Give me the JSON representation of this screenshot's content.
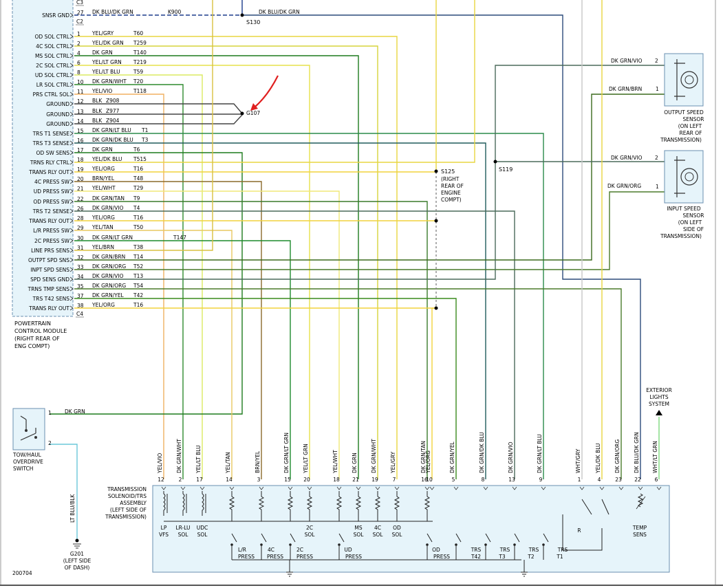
{
  "pcm": {
    "top_connector": "C3",
    "mid_connector": "C2",
    "bottom_connector": "C4",
    "label_lines": [
      "POWERTRAIN",
      "CONTROL MODULE",
      "(RIGHT REAR OF",
      "ENG COMPT)"
    ]
  },
  "pcm_pins": [
    {
      "name": "SNSR GND",
      "pin": "27",
      "wire": "DK BLU/DK GRN",
      "circuit": "K900",
      "color": "#1a3a8a"
    },
    {
      "name": "OD SOL CTRL",
      "pin": "1",
      "wire": "YEL/GRY",
      "circuit": "T60",
      "color": "#e8d640"
    },
    {
      "name": "4C SOL CTRL",
      "pin": "2",
      "wire": "YEL/DK GRN",
      "circuit": "T259",
      "color": "#d6d43a"
    },
    {
      "name": "MS SOL CTRL",
      "pin": "4",
      "wire": "DK GRN",
      "circuit": "T140",
      "color": "#1c7a1c"
    },
    {
      "name": "2C SOL CTRL",
      "pin": "6",
      "wire": "YEL/LT GRN",
      "circuit": "T219",
      "color": "#e6e04a"
    },
    {
      "name": "UD SOL CTRL",
      "pin": "8",
      "wire": "YEL/LT BLU",
      "circuit": "T59",
      "color": "#dcea60"
    },
    {
      "name": "LR SOL CTRL",
      "pin": "10",
      "wire": "DK GRN/WHT",
      "circuit": "T20",
      "color": "#2e8a2e"
    },
    {
      "name": "PRS CTRL SOL",
      "pin": "11",
      "wire": "YEL/VIO",
      "circuit": "T118",
      "color": "#f0b060"
    },
    {
      "name": "GROUND",
      "pin": "12",
      "wire": "BLK",
      "circuit": "Z908",
      "color": "#444444"
    },
    {
      "name": "GROUND",
      "pin": "13",
      "wire": "BLK",
      "circuit": "Z977",
      "color": "#444444"
    },
    {
      "name": "GROUND",
      "pin": "14",
      "wire": "BLK",
      "circuit": "Z904",
      "color": "#444444"
    },
    {
      "name": "TRS T1 SENSE",
      "pin": "15",
      "wire": "DK GRN/LT BLU",
      "circuit": "T1",
      "color": "#2a8a4a"
    },
    {
      "name": "TRS T3 SENSE",
      "pin": "16",
      "wire": "DK GRN/DK BLU",
      "circuit": "T3",
      "color": "#1e5a5a"
    },
    {
      "name": "OD SW SENS",
      "pin": "17",
      "wire": "DK GRN",
      "circuit": "T6",
      "color": "#1c7a1c"
    },
    {
      "name": "TRNS RLY CTRL",
      "pin": "18",
      "wire": "YEL/DK BLU",
      "circuit": "T515",
      "color": "#e8d640"
    },
    {
      "name": "TRANS RLY OUT",
      "pin": "19",
      "wire": "YEL/ORG",
      "circuit": "T16",
      "color": "#f2d23c"
    },
    {
      "name": "4C PRESS SW",
      "pin": "20",
      "wire": "BRN/YEL",
      "circuit": "T48",
      "color": "#8a6a2a"
    },
    {
      "name": "UD PRESS SW",
      "pin": "21",
      "wire": "YEL/WHT",
      "circuit": "T29",
      "color": "#f0e878"
    },
    {
      "name": "OD PRESS SW",
      "pin": "22",
      "wire": "DK GRN/TAN",
      "circuit": "T9",
      "color": "#3a7a2a"
    },
    {
      "name": "TRS T2 SENSE",
      "pin": "26",
      "wire": "DK GRN/VIO",
      "circuit": "T4",
      "color": "#4a6a5a"
    },
    {
      "name": "TRANS RLY OUT",
      "pin": "28",
      "wire": "YEL/ORG",
      "circuit": "T16",
      "color": "#f2d23c"
    },
    {
      "name": "L/R PRESS SW",
      "pin": "29",
      "wire": "YEL/TAN",
      "circuit": "T50",
      "color": "#e8c860"
    },
    {
      "name": "2C PRESS SW",
      "pin": "30",
      "wire": "DK GRN/LT GRN",
      "circuit": "T147",
      "color": "#1c8a2c"
    },
    {
      "name": "LINE PRS SENS",
      "pin": "31",
      "wire": "YEL/BRN",
      "circuit": "T38",
      "color": "#d8c040"
    },
    {
      "name": "OUTPT SPD SNS",
      "pin": "32",
      "wire": "DK GRN/BRN",
      "circuit": "T14",
      "color": "#3a6a1c"
    },
    {
      "name": "INPT SPD SENS",
      "pin": "33",
      "wire": "DK GRN/ORG",
      "circuit": "T52",
      "color": "#4a7a2a"
    },
    {
      "name": "SPD SENS GND",
      "pin": "34",
      "wire": "DK GRN/VIO",
      "circuit": "T13",
      "color": "#4a6a5a"
    },
    {
      "name": "TRNS TMP SENS",
      "pin": "35",
      "wire": "DK GRN/ORG",
      "circuit": "T54",
      "color": "#4a7a2a"
    },
    {
      "name": "TRS T42 SENS",
      "pin": "37",
      "wire": "DK GRN/YEL",
      "circuit": "T42",
      "color": "#3a8a1c"
    },
    {
      "name": "TRANS RLY OUT",
      "pin": "38",
      "wire": "YEL/ORG",
      "circuit": "T16",
      "color": "#f2d23c"
    }
  ],
  "splices": {
    "s130": "S130",
    "s125_lines": [
      "S125",
      "(RIGHT",
      "REAR OF",
      "ENGINE",
      "COMPT)"
    ],
    "s119": "S119",
    "g107": "G107",
    "snsr_gnd_right_wire": "DK BLU/DK GRN"
  },
  "output_speed_sensor": {
    "pin_top": "2",
    "pin_bottom": "1",
    "wire_top": "DK GRN/VIO",
    "wire_bottom": "DK GRN/BRN",
    "label_lines": [
      "OUTPUT SPEED",
      "SENSOR",
      "(ON LEFT",
      "REAR OF",
      "TRANSMISSION)"
    ]
  },
  "input_speed_sensor": {
    "pin_top": "2",
    "pin_bottom": "1",
    "wire_top": "DK GRN/VIO",
    "wire_bottom": "DK GRN/ORG",
    "label_lines": [
      "INPUT SPEED",
      "SENSOR",
      "(ON LEFT",
      "SIDE OF",
      "TRANSMISSION)"
    ]
  },
  "tow_haul_switch": {
    "pin1": "1",
    "pin2": "2",
    "wire1": "DK GRN",
    "wire2": "LT BLU/BLK",
    "label_lines": [
      "TOW/HAUL",
      "OVERDRIVE",
      "SWITCH"
    ]
  },
  "ground_g201": {
    "label_lines": [
      "G201",
      "(LEFT SIDE",
      "OF DASH)"
    ]
  },
  "exterior_lights": {
    "label_lines": [
      "EXTERIOR",
      "LIGHTS",
      "SYSTEM"
    ]
  },
  "assembly": {
    "label_lines": [
      "TRANSMISSION",
      "SOLENOID/TRS",
      "ASSEMBLY",
      "(LEFT SIDE OF",
      "TRANSMISSION)"
    ],
    "pins": [
      {
        "pin": "12",
        "wire": "YEL/VIO"
      },
      {
        "pin": "2",
        "wire": "DK GRN/WHT"
      },
      {
        "pin": "17",
        "wire": "YEL/LT BLU"
      },
      {
        "pin": "14",
        "wire": "YEL/TAN"
      },
      {
        "pin": "3",
        "wire": "BRN/YEL"
      },
      {
        "pin": "15",
        "wire": "DK GRN/LT GRN"
      },
      {
        "pin": "20",
        "wire": "YEL/LT GRN"
      },
      {
        "pin": "18",
        "wire": "YEL/WHT"
      },
      {
        "pin": "21",
        "wire": "DK GRN"
      },
      {
        "pin": "19",
        "wire": "DK GRN/WHT"
      },
      {
        "pin": "7",
        "wire": "YEL/GRY"
      },
      {
        "pin": "16",
        "wire": "DK GRN/TAN"
      },
      {
        "pin": "10",
        "wire": "YEL/ORG"
      },
      {
        "pin": "5",
        "wire": "DK GRN/YEL"
      },
      {
        "pin": "8",
        "wire": "DK GRN/DK BLU"
      },
      {
        "pin": "13",
        "wire": "DK GRN/VIO"
      },
      {
        "pin": "9",
        "wire": "DK GRN/LT BLU"
      },
      {
        "pin": "1",
        "wire": "WHT/GRY"
      },
      {
        "pin": "4",
        "wire": "YEL/DK BLU"
      },
      {
        "pin": "23",
        "wire": "DK GRN/ORG"
      },
      {
        "pin": "22",
        "wire": "DK BLU/DK GRN"
      },
      {
        "pin": "6",
        "wire": "WHT/LT GRN"
      }
    ],
    "components": {
      "lp_vfs": [
        "LP",
        "VFS"
      ],
      "lr_lu_sol": [
        "LR-LU",
        "SOL"
      ],
      "udc_sol": [
        "UDC",
        "SOL"
      ],
      "c2_sol": [
        "2C",
        "SOL"
      ],
      "ms_sol": [
        "MS",
        "SOL"
      ],
      "c4_sol": [
        "4C",
        "SOL"
      ],
      "od_sol": [
        "OD",
        "SOL"
      ],
      "r_label": "R",
      "temp_sens": [
        "TEMP",
        "SENS"
      ],
      "lr_press": [
        "L/R",
        "PRESS"
      ],
      "c4_press": [
        "4C",
        "PRESS"
      ],
      "c2_press": [
        "2C",
        "PRESS"
      ],
      "ud_press": [
        "UD",
        "PRESS"
      ],
      "od_press": [
        "OD",
        "PRESS"
      ],
      "trs_t42": [
        "TRS",
        "T42"
      ],
      "trs_t3": [
        "TRS",
        "T3"
      ],
      "trs_t2": [
        "TRS",
        "T2"
      ],
      "trs_t1": [
        "TRS",
        "T1"
      ]
    }
  },
  "figure_id": "200704"
}
